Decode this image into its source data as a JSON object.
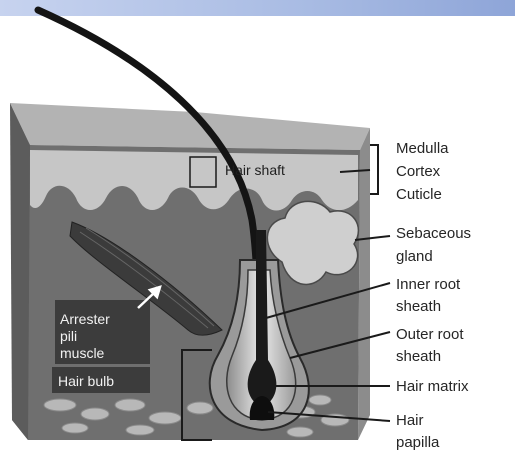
{
  "diagram": {
    "labels": {
      "hair_shaft": "Hair shaft",
      "medulla": "Medulla",
      "cortex": "Cortex",
      "cuticle": "Cuticle",
      "sebaceous_1": "Sebaceous",
      "sebaceous_2": "gland",
      "inner_root_1": "Inner root",
      "inner_root_2": "sheath",
      "outer_root_1": "Outer root",
      "outer_root_2": "sheath",
      "hair_matrix": "Hair matrix",
      "hair_papilla_1": "Hair",
      "hair_papilla_2": "papilla",
      "arrector_1": "Arrester",
      "arrector_2": "pili",
      "arrector_3": "muscle",
      "hair_bulb": "Hair bulb"
    },
    "colors": {
      "top_band": "#9fb3de",
      "skin_front": "#6e6e6e",
      "skin_side": "#8a8a8a",
      "skin_top": "#a9a9a9",
      "epidermis": "#c2c2c2",
      "hair": "#141414",
      "line": "#1a1a1a"
    }
  }
}
